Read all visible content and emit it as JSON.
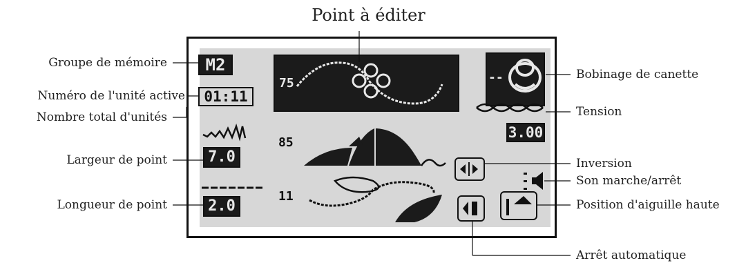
{
  "title": "Point à éditer",
  "labels": {
    "memory_group": "Groupe de mémoire",
    "active_unit": "Numéro de l'unité active",
    "total_units": "Nombre total d'unités",
    "stitch_width": "Largeur de point",
    "stitch_length": "Longueur de point",
    "bobbin_winding": "Bobinage de canette",
    "tension": "Tension",
    "reverse": "Inversion",
    "sound": "Son marche/arrêt",
    "needle_up": "Position d'aiguille haute",
    "auto_stop": "Arrêt automatique"
  },
  "display": {
    "memory_group_value": "M2",
    "unit_counter_value": "01:11",
    "stitch_number_value": "75",
    "bobbin_prefix": "--",
    "tension_value": "3.00",
    "stitch_width_value": "7.0",
    "stitch_length_value": "2.0",
    "pattern_top_number": "85",
    "pattern_bottom_number": "11"
  }
}
